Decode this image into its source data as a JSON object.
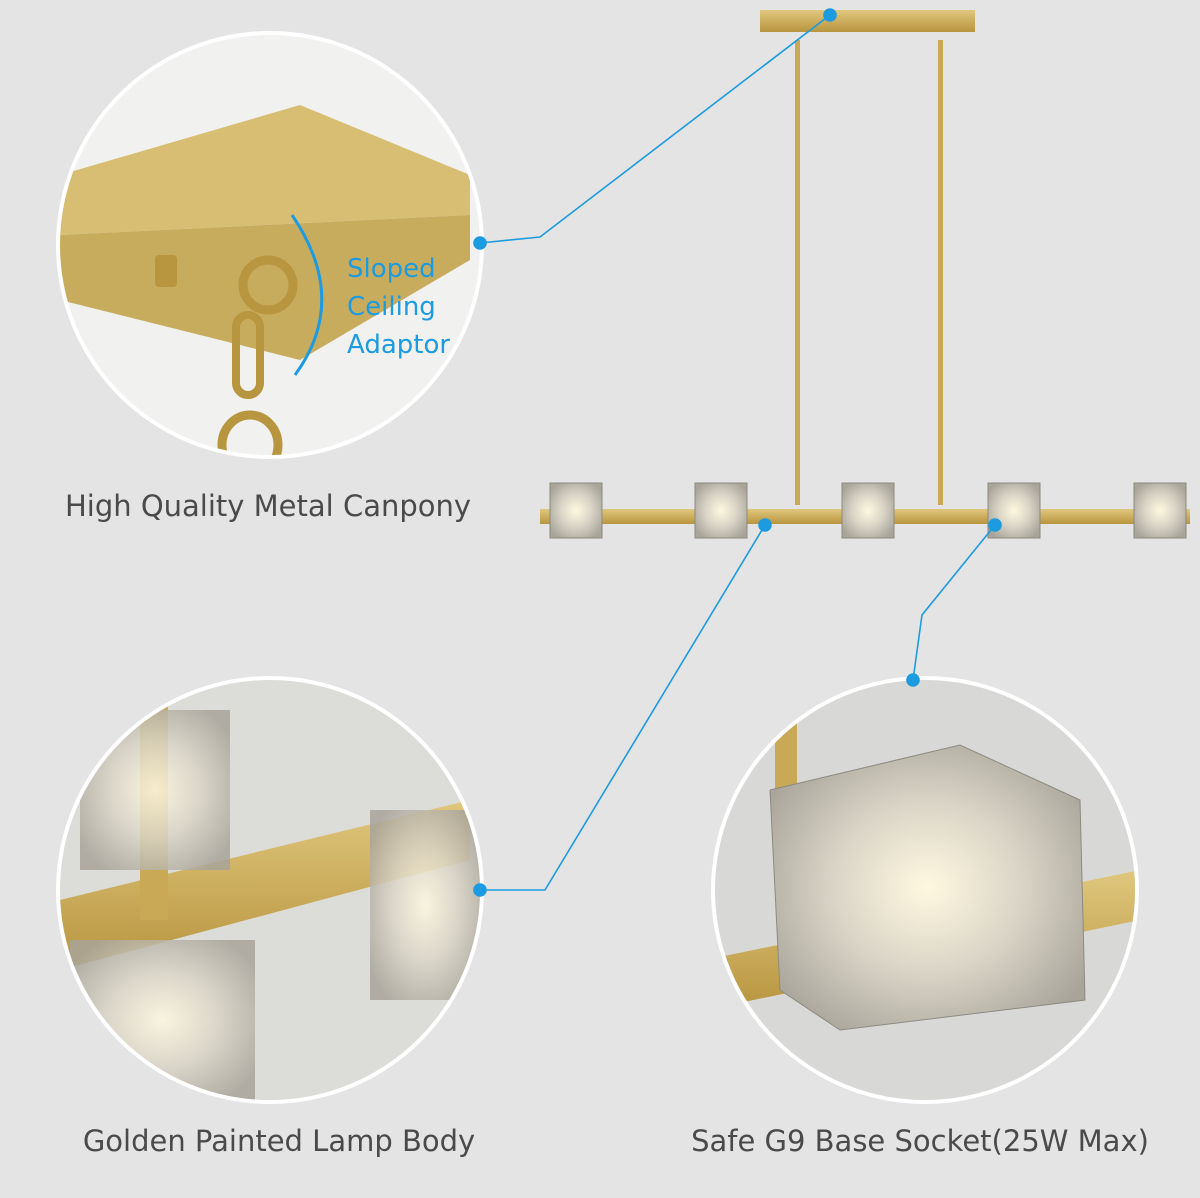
{
  "labels": {
    "canopy": "High Quality Metal Canpony",
    "body": "Golden Painted Lamp Body",
    "socket": "Safe G9 Base Socket(25W Max)"
  },
  "callout": {
    "line1": "Sloped",
    "line2": "Ceiling",
    "line3": "Adaptor"
  },
  "colors": {
    "background": "#e4e4e5",
    "gold": "#c9a955",
    "accent": "#1c9be0",
    "text": "#4a4a4a"
  }
}
